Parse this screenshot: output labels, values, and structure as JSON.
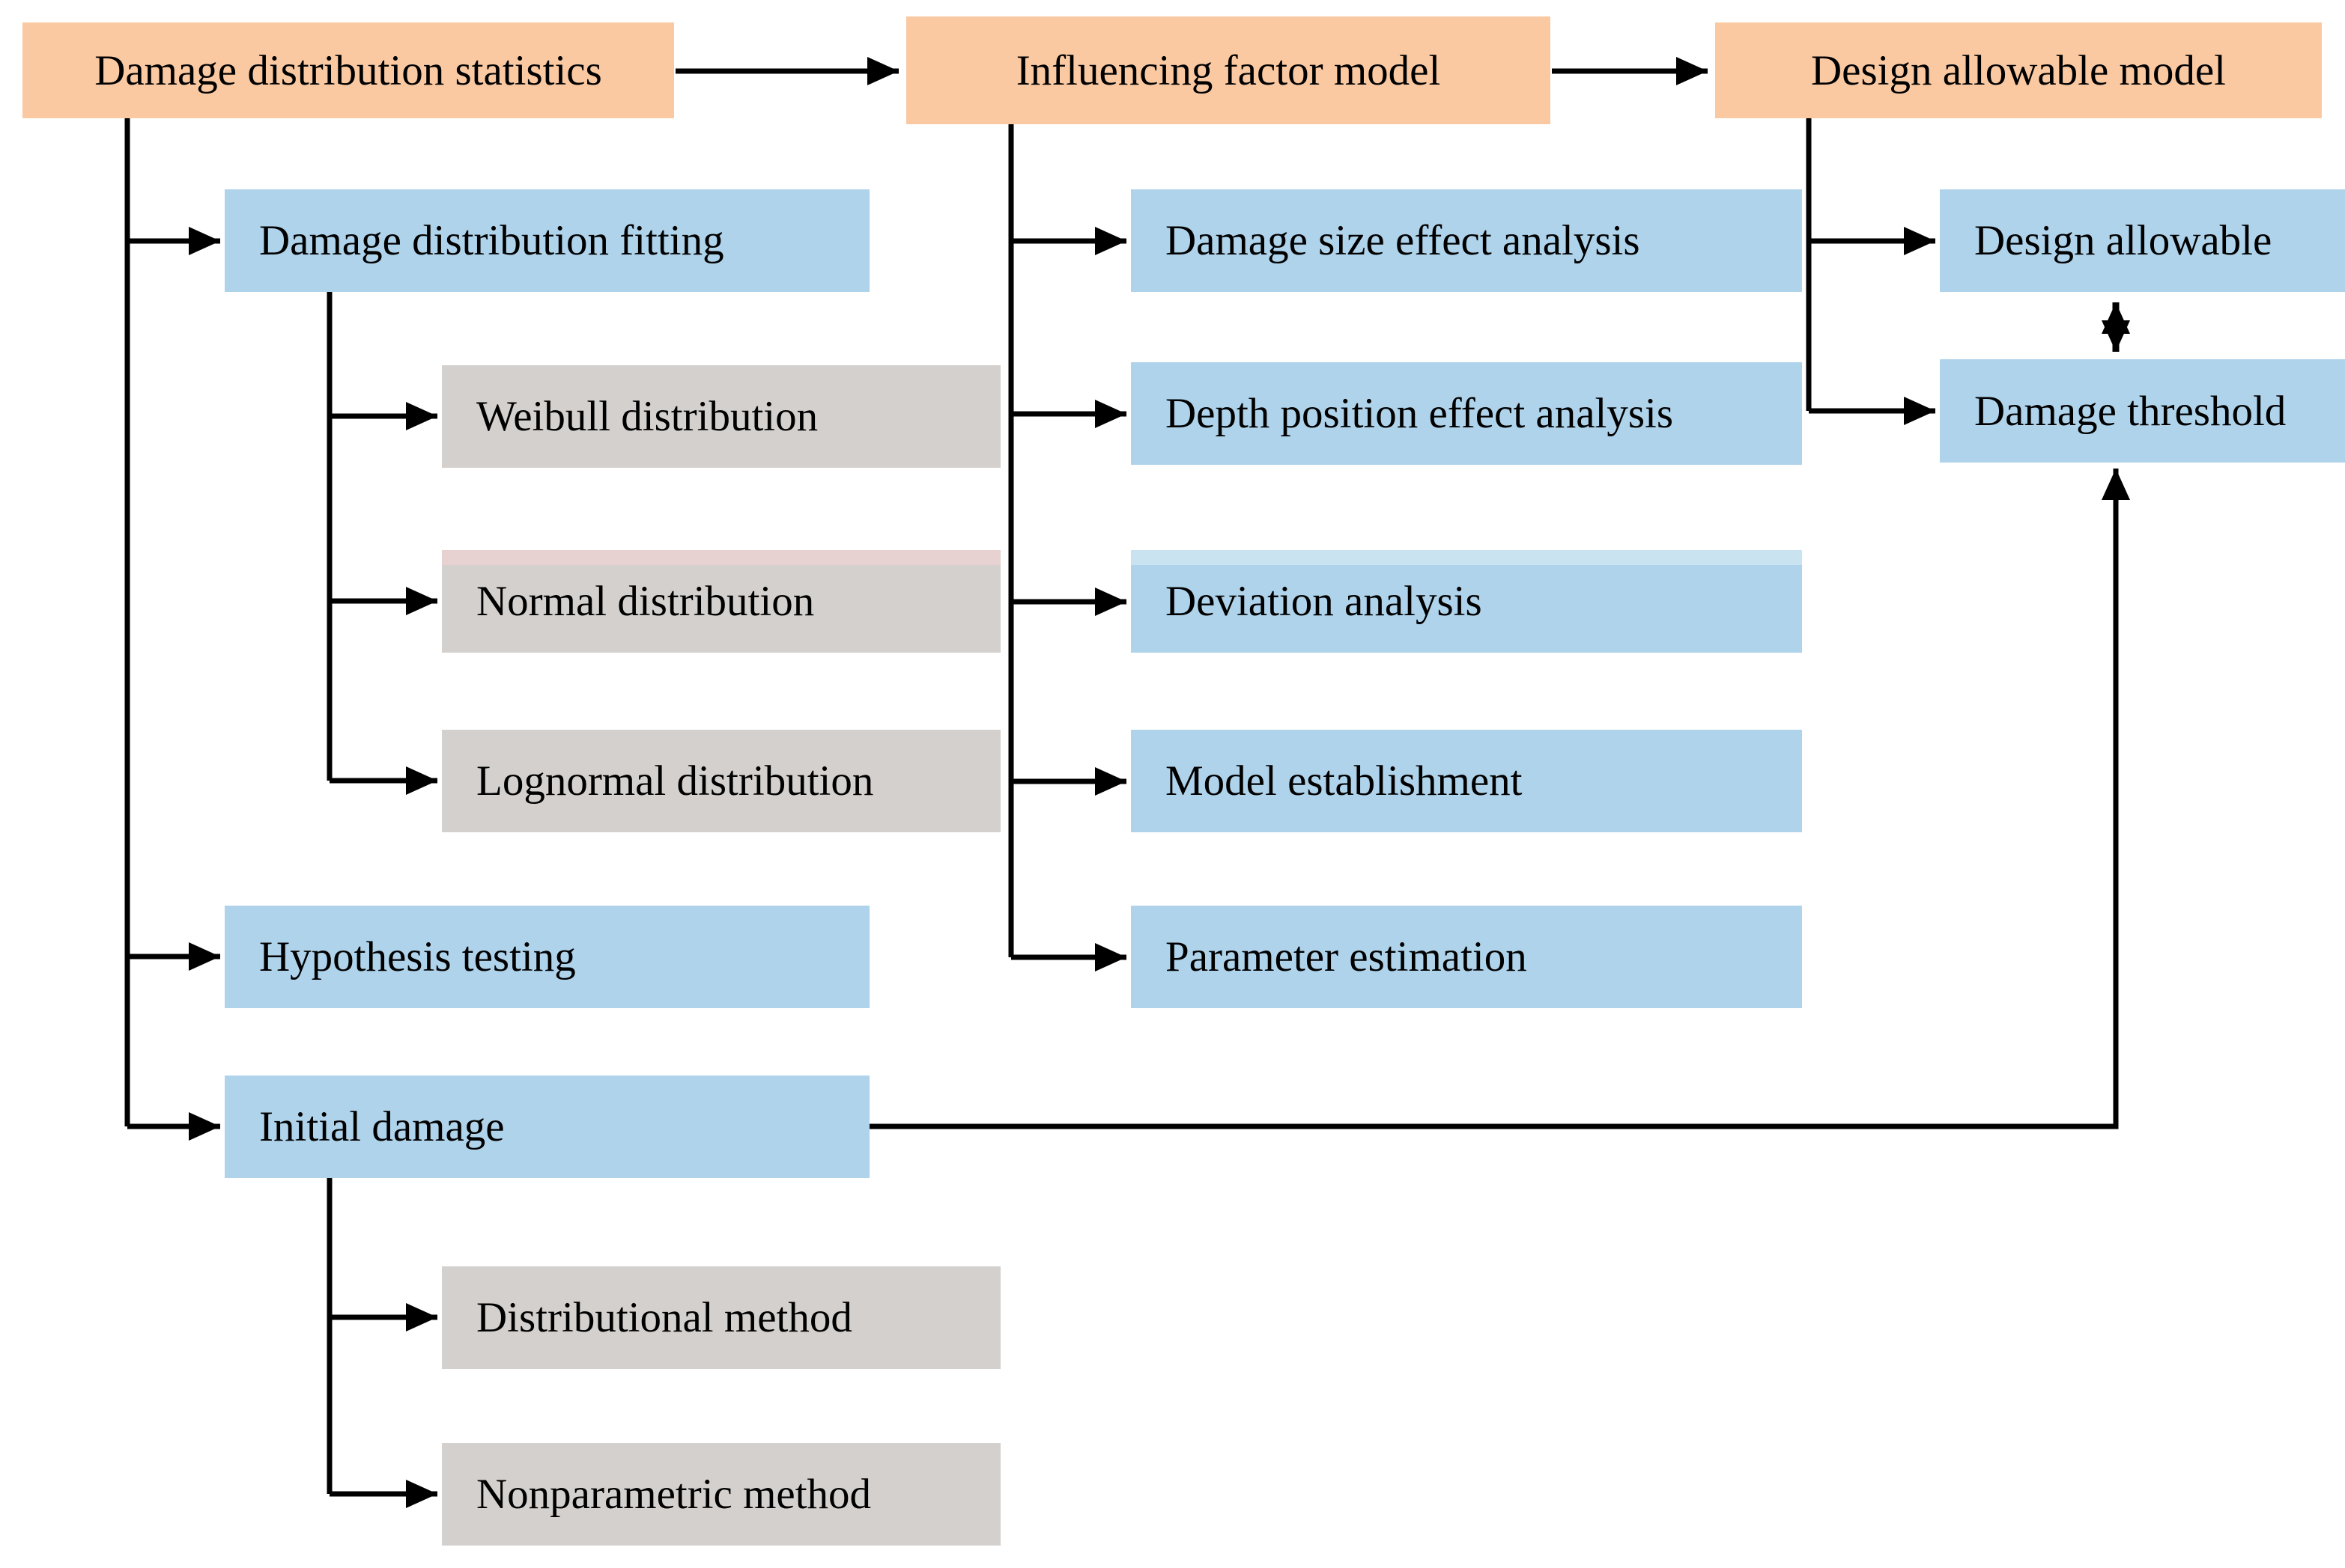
{
  "figure": {
    "type": "flowchart",
    "description": "Damage distribution statistics to design allowable model workflow"
  },
  "colors": {
    "header_fill": "#FAC9A2",
    "child_fill": "#AFD3EB",
    "leaf_fill": "#D4D0CD",
    "normal_strip": "#E8D1D1",
    "deviation_strip": "#C9E4F0",
    "connector_color": "#000000",
    "text_color": "#000000",
    "background": "#FFFFFF"
  },
  "flow": {
    "columns": [
      {
        "header": "Damage distribution statistics",
        "children": [
          {
            "label": "Damage distribution fitting",
            "children": [
              "Weibull distribution",
              "Normal distribution",
              "Lognormal distribution"
            ]
          },
          {
            "label": "Hypothesis testing"
          },
          {
            "label": "Initial damage",
            "children": [
              "Distributional method",
              "Nonparametric method"
            ]
          }
        ]
      },
      {
        "header": "Influencing factor model",
        "children": [
          {
            "label": "Damage size effect analysis"
          },
          {
            "label": "Depth position effect analysis"
          },
          {
            "label": "Deviation analysis"
          },
          {
            "label": "Model establishment"
          },
          {
            "label": "Parameter estimation"
          }
        ]
      },
      {
        "header": "Design allowable model",
        "children": [
          {
            "label": "Design allowable"
          },
          {
            "label": "Damage threshold"
          }
        ]
      }
    ],
    "links": [
      {
        "from": "Damage distribution statistics",
        "to": "Influencing factor model",
        "type": "arrow"
      },
      {
        "from": "Influencing factor model",
        "to": "Design allowable model",
        "type": "arrow"
      },
      {
        "from": "Initial damage",
        "to": "Damage threshold",
        "type": "arrow"
      },
      {
        "from": "Design allowable",
        "to": "Damage threshold",
        "type": "double-arrow"
      }
    ]
  }
}
